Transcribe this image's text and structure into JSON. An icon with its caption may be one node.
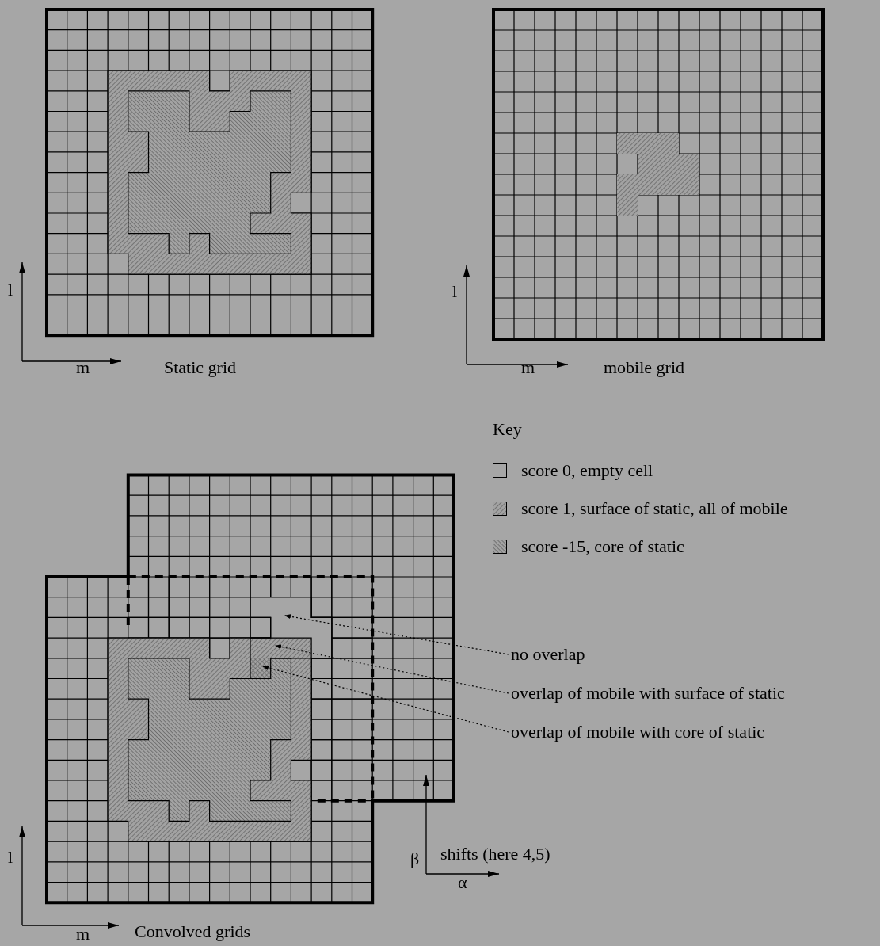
{
  "diagram": {
    "nodes": [
      {
        "text": [
          "no overlap"
        ]
      },
      {
        "text": [
          "overlap of mobile with surface of static"
        ]
      },
      {
        "text": [
          "overlap of mobile with core of static"
        ]
      }
    ],
    "edges": [
      {
        "from": 0,
        "to": null,
        "arrow": "to",
        "style": "dashed"
      },
      {
        "from": 1,
        "to": null,
        "arrow": "to",
        "style": "dashed"
      },
      {
        "from": 2,
        "to": null,
        "arrow": "to",
        "style": "dashed"
      }
    ],
    "labels": [
      "l",
      "m",
      "Static grid",
      "l",
      "m",
      "mobile grid",
      "Key",
      "β",
      "shifts (here 4,5)",
      "α",
      "l",
      "m",
      "Convolved grids"
    ],
    "legend": [
      {
        "text": "score 0, empty cell"
      },
      {
        "text": "score 1, surface of static, all of mobile"
      },
      {
        "text": "score -15, core of static"
      }
    ]
  }
}
